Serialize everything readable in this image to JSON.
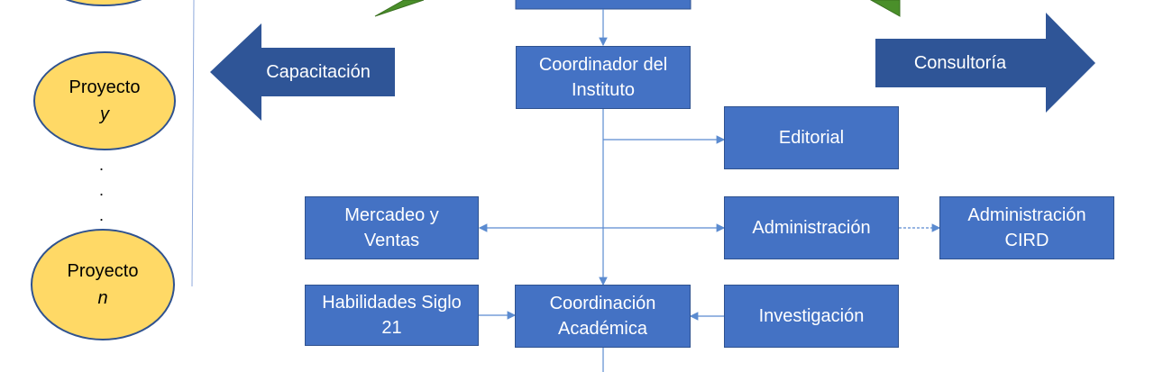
{
  "projects": [
    {
      "prefix": "Proyecto",
      "var": "y"
    },
    {
      "prefix": "Proyecto",
      "var": "n"
    }
  ],
  "dots": ".",
  "arrows": {
    "left": "Capacitación",
    "right": "Consultoría"
  },
  "boxes": {
    "coordinador": "Coordinador del\nInstituto",
    "editorial": "Editorial",
    "mercadeo": "Mercadeo y\nVentas",
    "administracion": "Administración",
    "administracion_cird": "Administración\nCIRD",
    "habilidades": "Habilidades Siglo\n21",
    "coordinacion_academica": "Coordinación\nAcadémica",
    "investigacion": "Investigación"
  },
  "colors": {
    "box_fill": "#4472C4",
    "arrow_fill": "#2F5597",
    "oval_fill": "#FFD966",
    "green": "#4A8F2A"
  }
}
